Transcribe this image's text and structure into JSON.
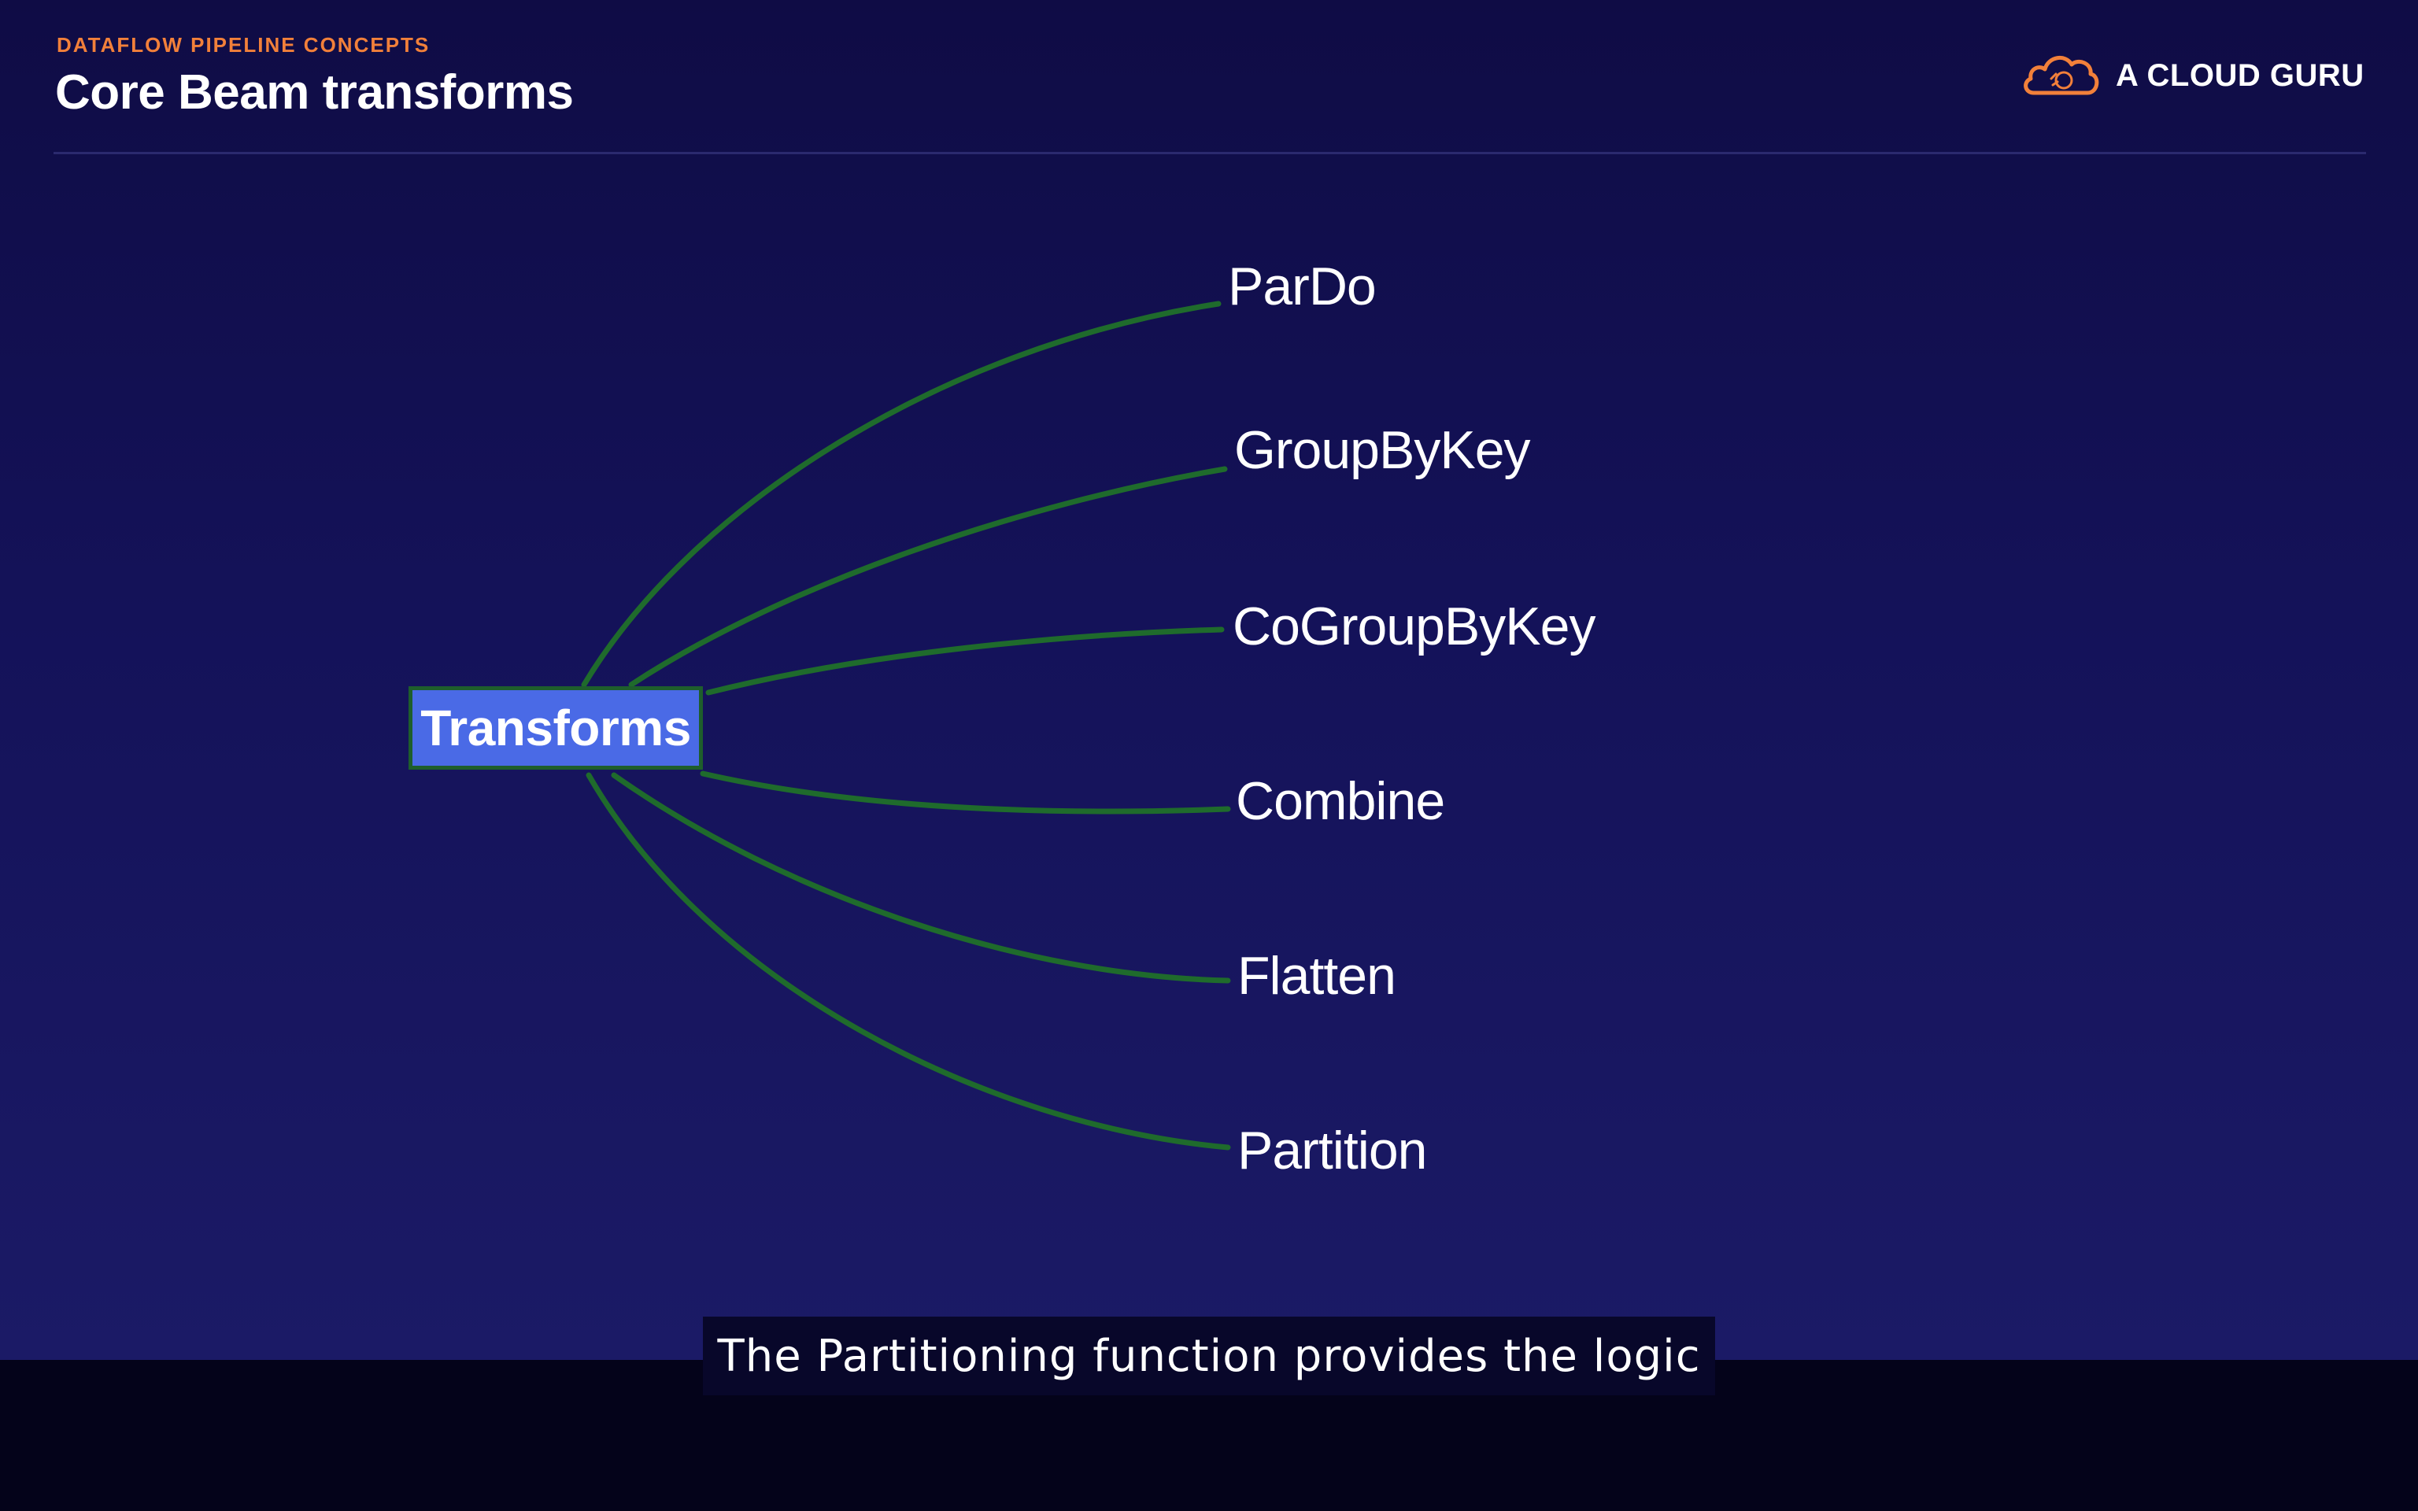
{
  "header": {
    "eyebrow": "DATAFLOW PIPELINE CONCEPTS",
    "title": "Core Beam transforms",
    "brand": "A CLOUD GURU"
  },
  "diagram": {
    "root": "Transforms",
    "branches": [
      {
        "label": "ParDo"
      },
      {
        "label": "GroupByKey"
      },
      {
        "label": "CoGroupByKey"
      },
      {
        "label": "Combine"
      },
      {
        "label": "Flatten"
      },
      {
        "label": "Partition"
      }
    ],
    "connector_color": "#1f6b2c",
    "root_fill": "#4a6ae6"
  },
  "caption": {
    "text": "The Partitioning function provides the logic"
  },
  "colors": {
    "accent": "#f2803a",
    "background": "#141259"
  }
}
